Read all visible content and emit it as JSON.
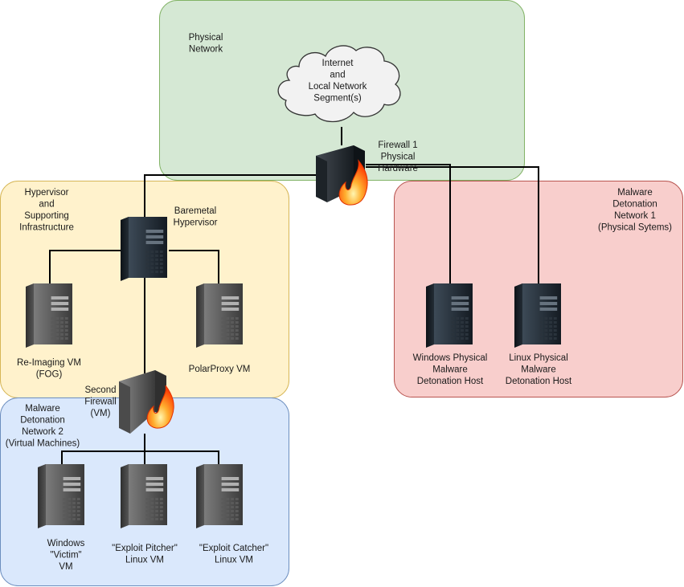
{
  "zones": {
    "physical": {
      "label": [
        "Physical",
        "Network"
      ],
      "color": "#d5e8d4",
      "border": "#82b366"
    },
    "hypervisor": {
      "label": [
        "Hypervisor",
        "and",
        "Supporting",
        "Infrastructure"
      ],
      "color": "#fff2cc",
      "border": "#d6b656"
    },
    "net1": {
      "label": [
        "Malware",
        "Detonation",
        "Network 1",
        "(Physical Sytems)"
      ],
      "color": "#f8cecc",
      "border": "#b85450"
    },
    "net2": {
      "label": [
        "Malware",
        "Detonation",
        "Network 2",
        "(Virtual Machines)"
      ],
      "color": "#dae8fc",
      "border": "#6c8ebf"
    }
  },
  "cloud": {
    "label": [
      "Internet",
      "and",
      "Local Network",
      "Segment(s)"
    ]
  },
  "firewall1": {
    "label": [
      "Firewall 1",
      "Physical",
      "Hardware"
    ]
  },
  "firewall2": {
    "label": [
      "Second",
      "Firewall",
      "(VM)"
    ]
  },
  "servers": {
    "baremetal": {
      "label": [
        "Baremetal",
        "Hypervisor"
      ]
    },
    "reimaging": {
      "label": [
        "Re-Imaging VM",
        "(FOG)"
      ]
    },
    "polarproxy": {
      "label": [
        "PolarProxy VM"
      ]
    },
    "windows_physical": {
      "label": [
        "Windows Physical",
        "Malware",
        "Detonation Host"
      ]
    },
    "linux_physical": {
      "label": [
        "Linux Physical",
        "Malware",
        "Detonation Host"
      ]
    },
    "windows_victim": {
      "label": [
        "Windows",
        "\"Victim\"",
        "VM"
      ]
    },
    "exploit_pitcher": {
      "label": [
        "\"Exploit Pitcher\"",
        "Linux VM"
      ]
    },
    "exploit_catcher": {
      "label": [
        "\"Exploit Catcher\"",
        "Linux VM"
      ]
    }
  }
}
